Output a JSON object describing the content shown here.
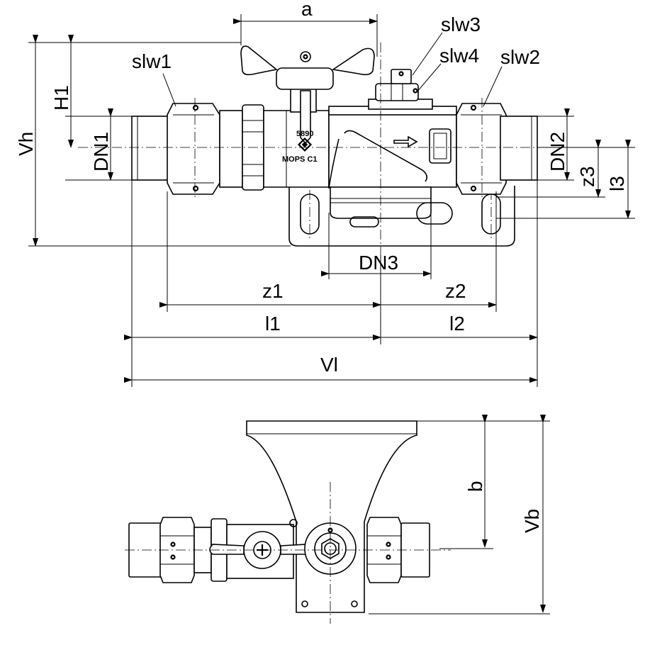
{
  "labels": {
    "a": "a",
    "slw1": "slw1",
    "slw2": "slw2",
    "slw3": "slw3",
    "slw4": "slw4",
    "H1": "H1",
    "Vh": "Vh",
    "DN1": "DN1",
    "DN2": "DN2",
    "DN3": "DN3",
    "z1": "z1",
    "z2": "z2",
    "z3": "z3",
    "l1": "l1",
    "l2": "l2",
    "l3": "l3",
    "Vl": "Vl",
    "b": "b",
    "Vb": "Vb"
  },
  "body_marking": {
    "model": "5890",
    "cert": "MOPS C1"
  }
}
